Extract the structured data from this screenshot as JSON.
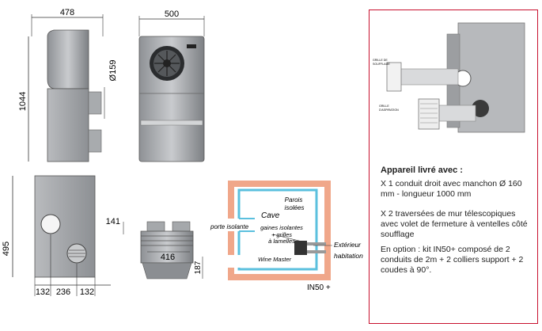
{
  "dimensions": {
    "depth": "478",
    "width": "500",
    "height": "1044",
    "duct_diameter": "Ø159",
    "side_offset": "495",
    "back_spacing": [
      "132",
      "236",
      "132"
    ],
    "top_offset": "141",
    "spout_distance": "416",
    "bottom_gap": "187"
  },
  "diagram": {
    "parois": "Parois",
    "isolees": "isolées",
    "cave": "Cave",
    "gaines1": "gaines isolantes",
    "gaines2": "+ grilles",
    "gaines3": "à lamelles",
    "porte": "porte isolante",
    "exterieur": "Extérieur",
    "habitation": "habitation",
    "winemaster": "Wine Master",
    "model": "IN50 +"
  },
  "panel": {
    "grille_soufflage_1": "GRILLE DE",
    "grille_soufflage_2": "SOUFFLAGE",
    "grille_aspiration_1": "GRILLE",
    "grille_aspiration_2": "D'ASPIRATION",
    "title": "Appareil livré avec :",
    "item1": "X 1 conduit droit avec manchon Ø 160 mm - longueur 1000 mm",
    "item2": "X 2 traversées de mur télescopiques avec volet de fermeture à ventelles côté soufflage",
    "item3": "En option : kit IN50+ composé de 2 conduits de 2m + 2 colliers support + 2 coudes à 90°."
  },
  "colors": {
    "accent_red": "#c8102e",
    "wall_orange": "#f0a78a",
    "cave_blue": "#5bc0de"
  }
}
